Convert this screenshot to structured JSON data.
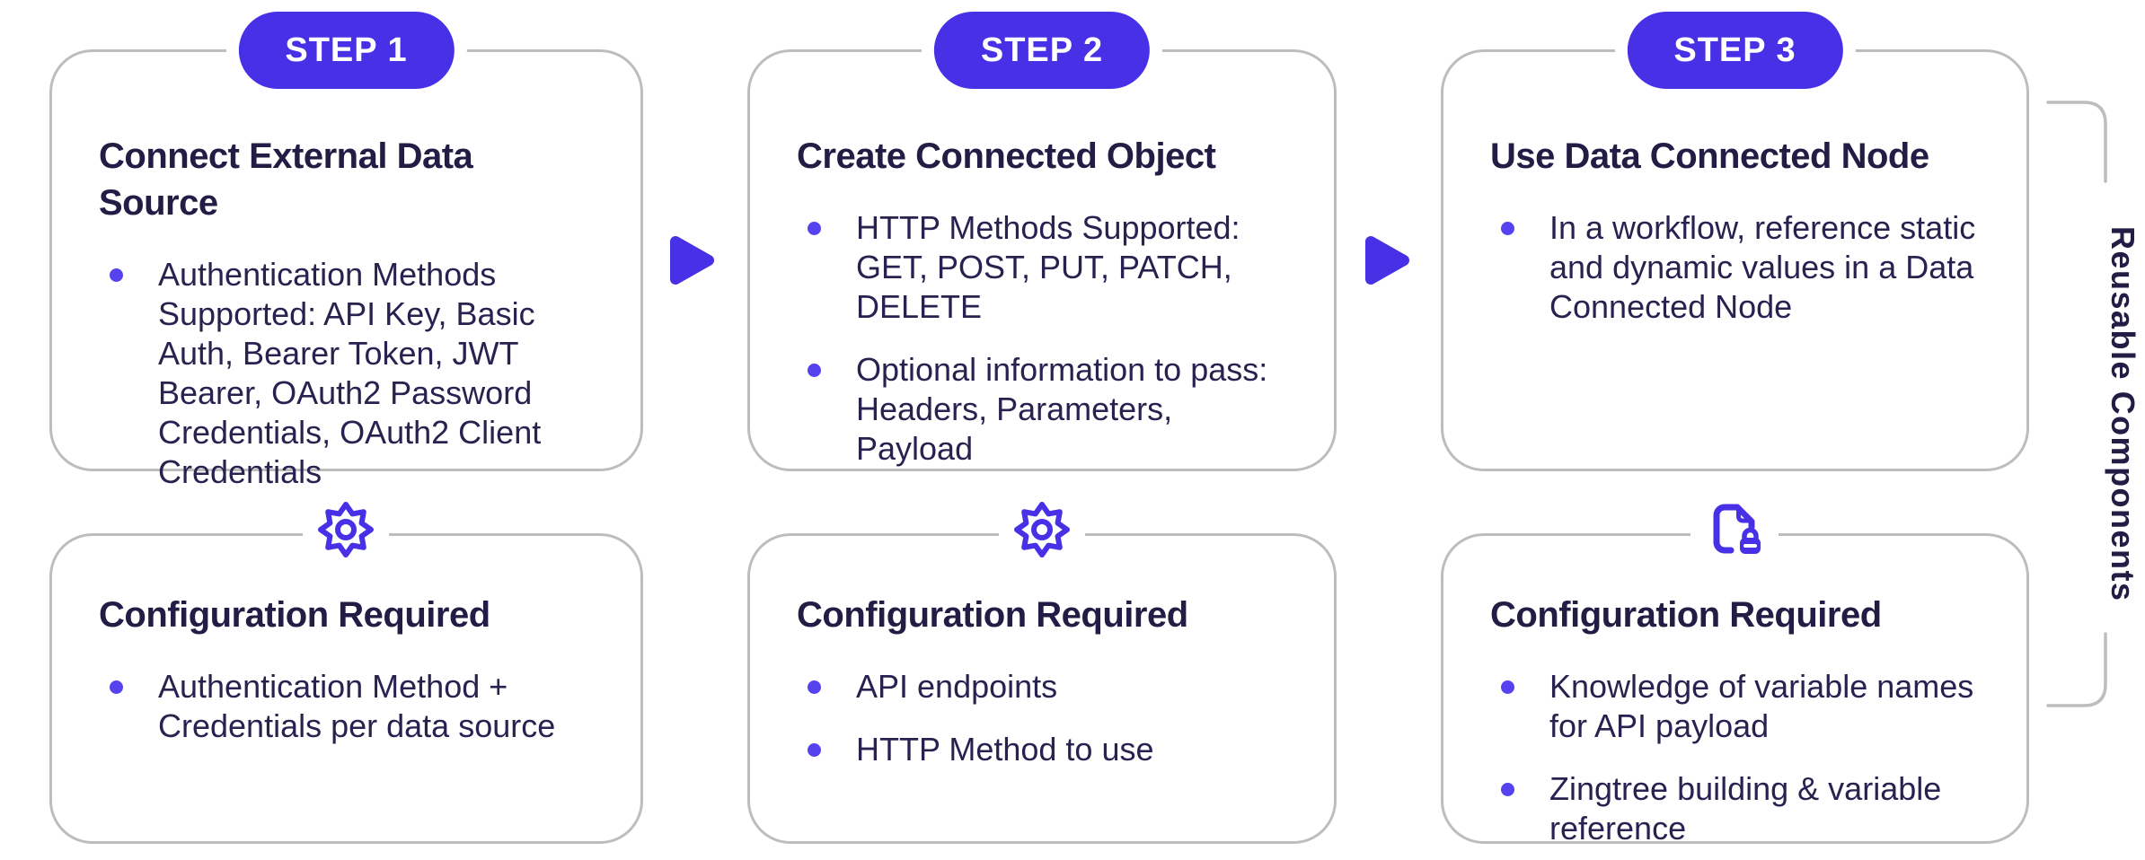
{
  "palette": {
    "accent": "#4830e6",
    "bullet_dot": "#5742f0",
    "title_text": "#241c44",
    "body_text": "#2a2150",
    "card_border": "#bdbdbd",
    "background": "#ffffff",
    "badge_text": "#ffffff"
  },
  "columns": [
    {
      "badge": "STEP 1",
      "top_card": {
        "title": "Connect External Data Source",
        "bullets": [
          "Authentication Methods Supported: API Key, Basic Auth, Bearer Token, JWT Bearer, OAuth2 Password Credentials, OAuth2 Client Credentials"
        ]
      },
      "icon": "gear-icon",
      "bottom_card": {
        "title": "Configuration Required",
        "bullets": [
          "Authentication Method + Credentials per data source"
        ]
      }
    },
    {
      "badge": "STEP 2",
      "top_card": {
        "title": "Create Connected Object",
        "bullets": [
          "HTTP Methods Supported: GET, POST, PUT, PATCH, DELETE",
          "Optional information to pass: Headers, Parameters, Payload"
        ]
      },
      "icon": "gear-icon",
      "bottom_card": {
        "title": "Configuration Required",
        "bullets": [
          "API endpoints",
          "HTTP Method to use"
        ]
      }
    },
    {
      "badge": "STEP 3",
      "top_card": {
        "title": "Use Data Connected Node",
        "bullets": [
          "In a workflow, reference static and dynamic values in a Data Connected Node"
        ]
      },
      "icon": "document-lock-icon",
      "bottom_card": {
        "title": "Configuration Required",
        "bullets": [
          "Knowledge of variable names for API payload",
          "Zingtree building & variable reference"
        ]
      }
    }
  ],
  "arrows": [
    "arrow-right-icon",
    "arrow-right-icon"
  ],
  "side_label": "Reusable Components"
}
